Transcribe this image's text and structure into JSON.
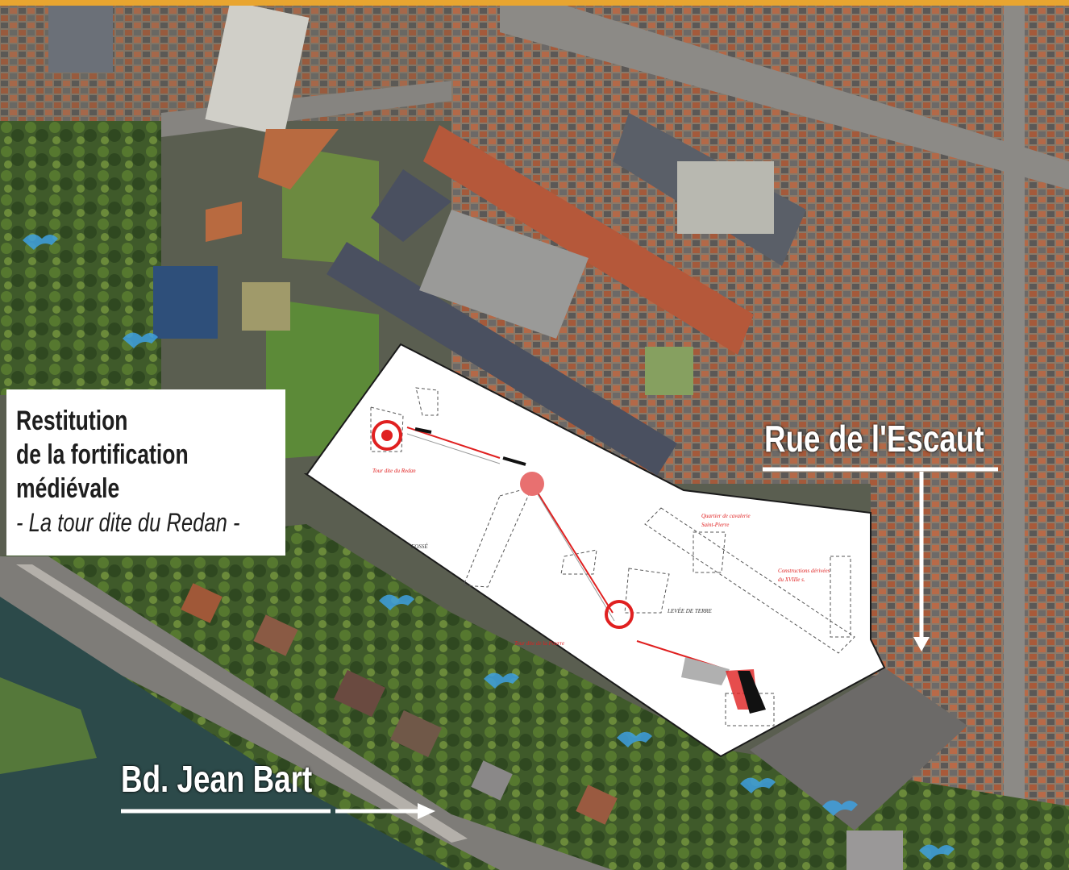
{
  "colors": {
    "accent_orange": "#e8a530",
    "plan_red": "#e02020",
    "plan_fill": "#ffffff",
    "label_text": "#1e1e1e"
  },
  "title_box": {
    "line1": "Restitution",
    "line2": "de la fortification",
    "line3": "médiévale",
    "subtitle": "- La tour dite du Redan -"
  },
  "streets": {
    "rue": "Rue de l'Escaut",
    "bd": "Bd. Jean Bart"
  },
  "plan_labels": {
    "tour_redan": "Tour dite du Redan",
    "fosse": "FOSSÉ",
    "tour_pourre": "Tour dite de la Pourre",
    "levee": "LEVÉE DE TERRE",
    "quartier_line1": "Quartier de cavalerie",
    "quartier_line2": "Saint-Pierre",
    "constructions_line1": "Constructions dérivées",
    "constructions_line2": "du XVIIIe s."
  },
  "icons": {
    "arrow": "arrow-icon",
    "marker": "blue-wave-marker-icon"
  }
}
